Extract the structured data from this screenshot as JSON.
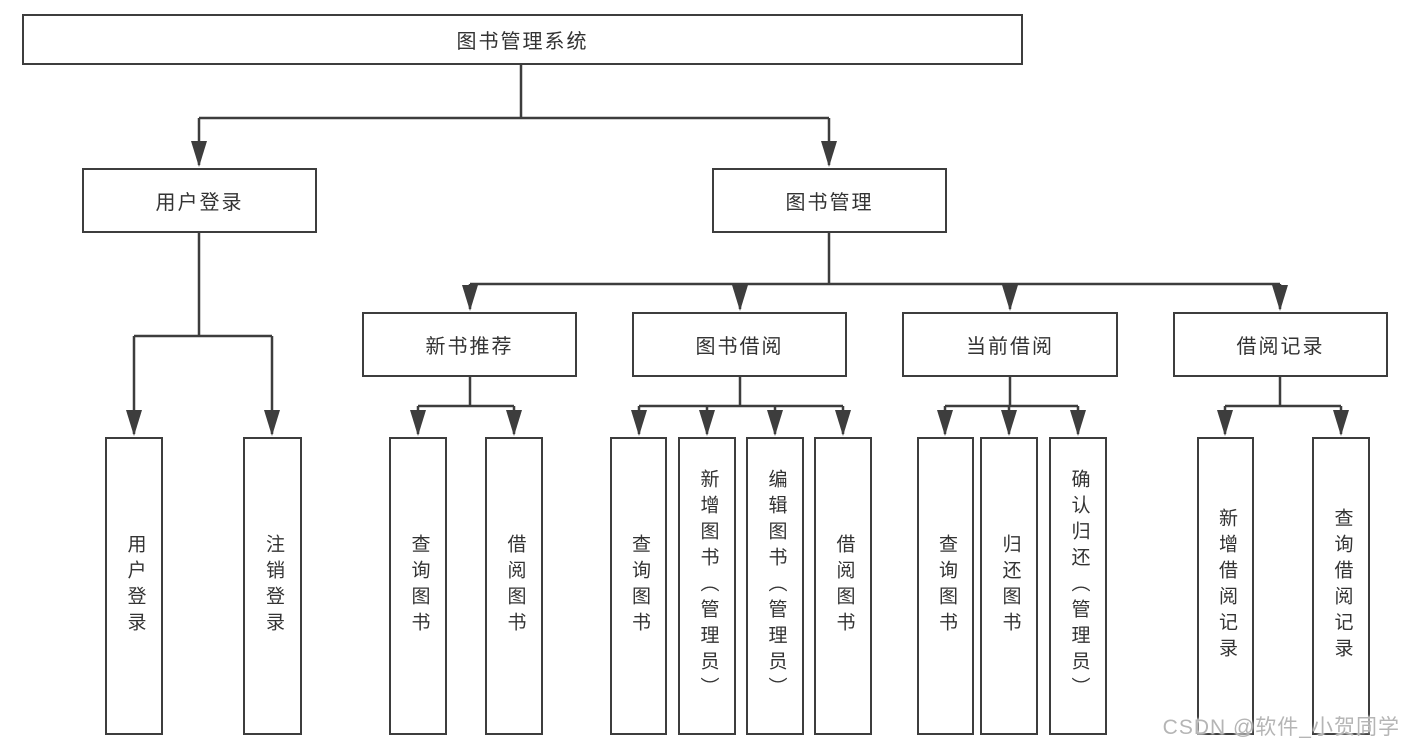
{
  "colors": {
    "line": "#3d3d3d",
    "text": "#333333",
    "background": "#ffffff",
    "watermark": "#b5b5b5"
  },
  "watermark": {
    "text": "CSDN @软件_小贺同学"
  },
  "diagram": {
    "root": {
      "label": "图书管理系统"
    },
    "branches": [
      {
        "id": "user-login",
        "label": "用户登录"
      },
      {
        "id": "book-management",
        "label": "图书管理"
      }
    ],
    "modules": [
      {
        "id": "new-book-recommendation",
        "label": "新书推荐",
        "parent": "图书管理"
      },
      {
        "id": "book-borrowing",
        "label": "图书借阅",
        "parent": "图书管理"
      },
      {
        "id": "current-borrowing",
        "label": "当前借阅",
        "parent": "图书管理"
      },
      {
        "id": "borrowing-records",
        "label": "借阅记录",
        "parent": "图书管理"
      }
    ],
    "leaves": [
      {
        "id": "user-login",
        "label": "用户登录",
        "parent": "用户登录"
      },
      {
        "id": "logout",
        "label": "注销登录",
        "parent": "用户登录"
      },
      {
        "id": "query-books-recommend",
        "label": "查询图书",
        "parent": "新书推荐"
      },
      {
        "id": "borrow-books-recommend",
        "label": "借阅图书",
        "parent": "新书推荐"
      },
      {
        "id": "query-books-borrow",
        "label": "查询图书",
        "parent": "图书借阅"
      },
      {
        "id": "add-books-admin",
        "label": "新增图书（管理员）",
        "parent": "图书借阅"
      },
      {
        "id": "edit-books-admin",
        "label": "编辑图书（管理员）",
        "parent": "图书借阅"
      },
      {
        "id": "borrow-books",
        "label": "借阅图书",
        "parent": "图书借阅"
      },
      {
        "id": "query-books-current",
        "label": "查询图书",
        "parent": "当前借阅"
      },
      {
        "id": "return-books",
        "label": "归还图书",
        "parent": "当前借阅"
      },
      {
        "id": "confirm-return-admin",
        "label": "确认归还（管理员）",
        "parent": "当前借阅"
      },
      {
        "id": "add-borrow-record",
        "label": "新增借阅记录",
        "parent": "借阅记录"
      },
      {
        "id": "query-borrow-record",
        "label": "查询借阅记录",
        "parent": "借阅记录"
      }
    ]
  }
}
